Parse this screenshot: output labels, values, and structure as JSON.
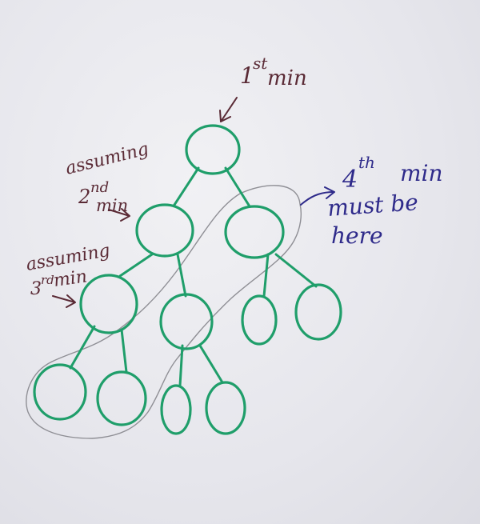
{
  "colors": {
    "node_stroke": "#1f9e6a",
    "outline_stroke": "#8f8f95",
    "annotation_maroon": "#5a2a35",
    "annotation_blue": "#2e2a8a"
  },
  "labels": {
    "first_min_num": "1",
    "first_min_sup": "st",
    "first_min_word": "min",
    "second_line1": "assuming",
    "second_line2_num": "2",
    "second_line2_sup": "nd",
    "second_line3": "min",
    "third_line1": "assuming",
    "third_line2_num": "3",
    "third_line2_sup": "rd",
    "third_line2_word": "min",
    "fourth_num": "4",
    "fourth_sup": "th",
    "fourth_word": "min",
    "fourth_line2": "must be",
    "fourth_line3": "here"
  }
}
